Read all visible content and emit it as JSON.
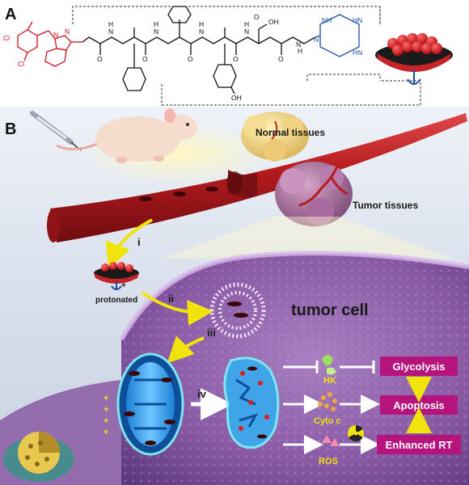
{
  "panels": {
    "a": "A",
    "b": "B"
  },
  "molecule": {
    "chlorine_1": "Cl",
    "chlorine_2": "Cl",
    "nitrogen": "N",
    "oxygen": "O",
    "amide_h": "H",
    "oh_acid": "OH",
    "hydroxyl": "OH",
    "amine_h": "H",
    "cyclen_nh": "NH",
    "cyclen_hn": "HN"
  },
  "labels": {
    "normal_tissues": "Normal tissues",
    "tumor_tissues": "Tumor tissues",
    "protonated": "protonated",
    "tumor_cell": "tumor cell",
    "hk": "HK",
    "cyto_c": "Cyto c",
    "ros": "ROS",
    "plus": "+"
  },
  "steps": {
    "i": "i",
    "ii": "ii",
    "iii": "iii",
    "iv": "iv"
  },
  "outcomes": {
    "glycolysis": "Glycolysis",
    "apoptosis": "Apoptosis",
    "enhanced_rt": "Enhanced RT"
  },
  "colors": {
    "outcome_box": "#b5147d",
    "arrow_yellow": "#f1e40c",
    "vessel_red": "#b51b1f",
    "cell_purple": "#8a5aa5"
  }
}
